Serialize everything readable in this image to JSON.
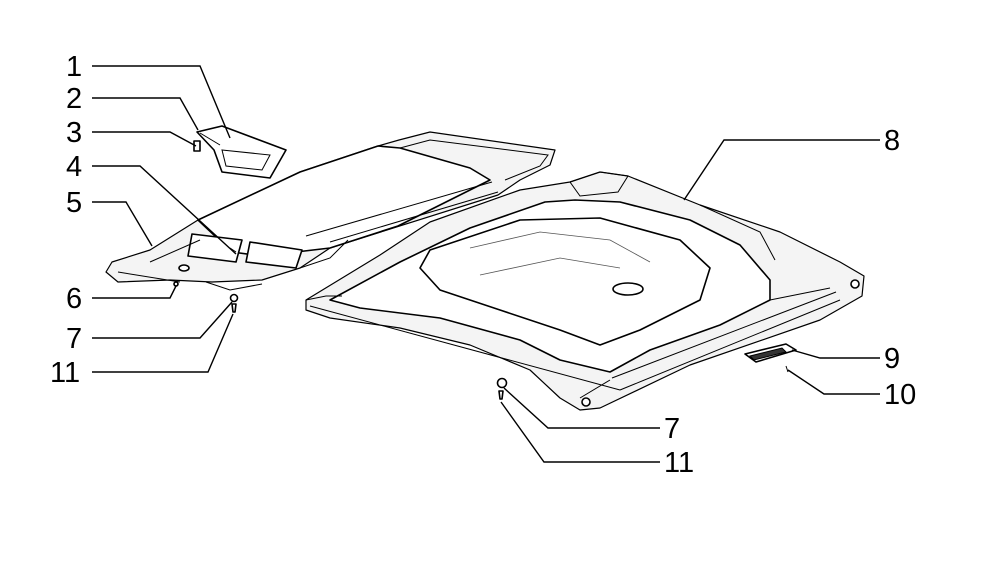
{
  "callouts": [
    {
      "id": "c1",
      "text": "1"
    },
    {
      "id": "c2",
      "text": "2"
    },
    {
      "id": "c3",
      "text": "3"
    },
    {
      "id": "c4",
      "text": "4"
    },
    {
      "id": "c5",
      "text": "5"
    },
    {
      "id": "c6",
      "text": "6"
    },
    {
      "id": "c7a",
      "text": "7"
    },
    {
      "id": "c11a",
      "text": "11"
    },
    {
      "id": "c8",
      "text": "8"
    },
    {
      "id": "c9",
      "text": "9"
    },
    {
      "id": "c10",
      "text": "10"
    },
    {
      "id": "c7b",
      "text": "7"
    },
    {
      "id": "c11b",
      "text": "11"
    }
  ]
}
